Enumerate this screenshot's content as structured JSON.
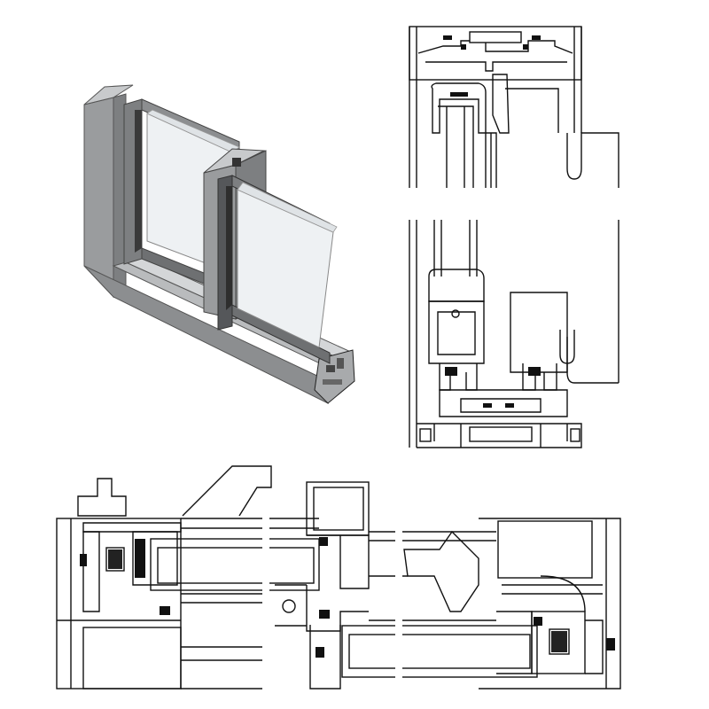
{
  "figure": {
    "views": [
      {
        "id": "iso",
        "kind": "isometric-cutaway"
      },
      {
        "id": "section-head",
        "kind": "vertical-section-top"
      },
      {
        "id": "section-sill",
        "kind": "vertical-section-bottom"
      },
      {
        "id": "section-horizontal",
        "kind": "horizontal-section"
      }
    ],
    "colors": {
      "line": "#111111",
      "aluminium_light": "#b9bbbd",
      "aluminium_mid": "#9a9c9e",
      "aluminium_dark": "#6e7072",
      "glass": "#eef1f3",
      "fill_white": "#ffffff"
    }
  }
}
